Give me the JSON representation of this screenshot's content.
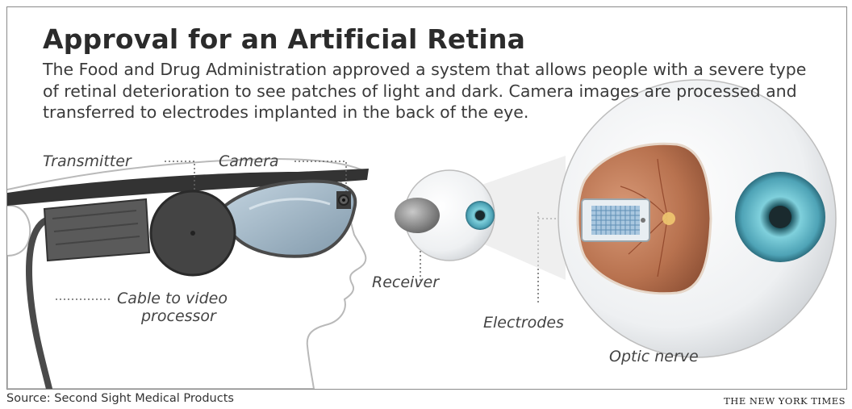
{
  "title": "Approval for an Artificial Retina",
  "description": "The Food and Drug Administration approved a system that allows people with a severe type of retinal deterioration to see patches of light and dark. Camera images are processed and transferred to electrodes implanted in the back of the eye.",
  "labels": {
    "transmitter": "Transmitter",
    "camera": "Camera",
    "cable_line1": "Cable to video",
    "cable_line2": "processor",
    "receiver": "Receiver",
    "electrodes": "Electrodes",
    "optic_nerve": "Optic nerve"
  },
  "footer": {
    "source": "Source: Second Sight Medical Products",
    "credit": "THE NEW YORK TIMES"
  },
  "colors": {
    "title": "#2b2b2b",
    "iris": "#5fb6c8",
    "retina": "#b87552",
    "glasses_lens": "#9fb6c8",
    "device": "#555555"
  }
}
